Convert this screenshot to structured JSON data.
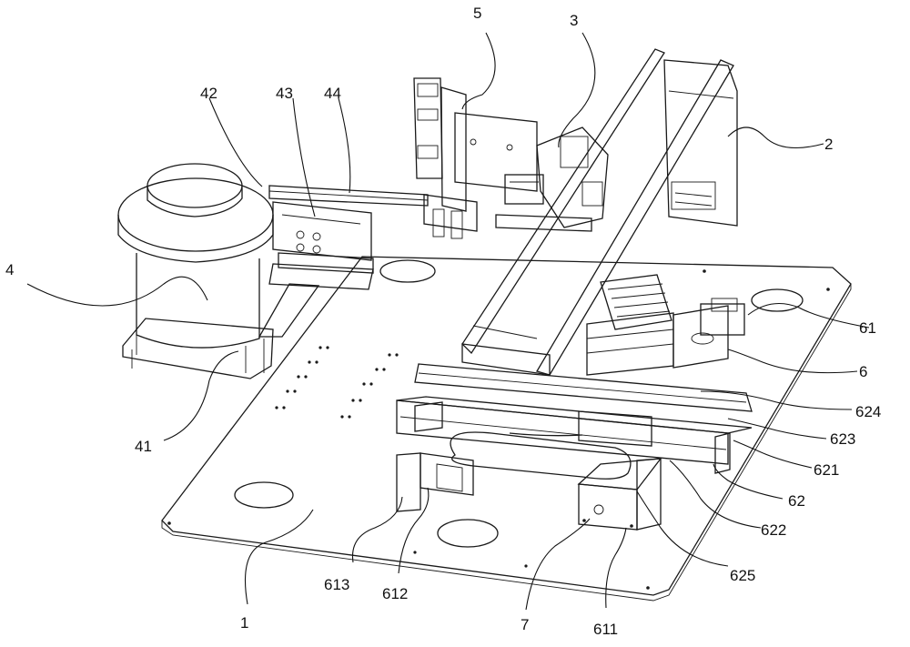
{
  "labels": {
    "l1": "1",
    "l2": "2",
    "l3": "3",
    "l4": "4",
    "l41": "41",
    "l42": "42",
    "l43": "43",
    "l44": "44",
    "l5": "5",
    "l6": "6",
    "l61": "61",
    "l62": "62",
    "l611": "611",
    "l612": "612",
    "l613": "613",
    "l621": "621",
    "l622": "622",
    "l623": "623",
    "l624": "624",
    "l625": "625",
    "l7": "7"
  }
}
